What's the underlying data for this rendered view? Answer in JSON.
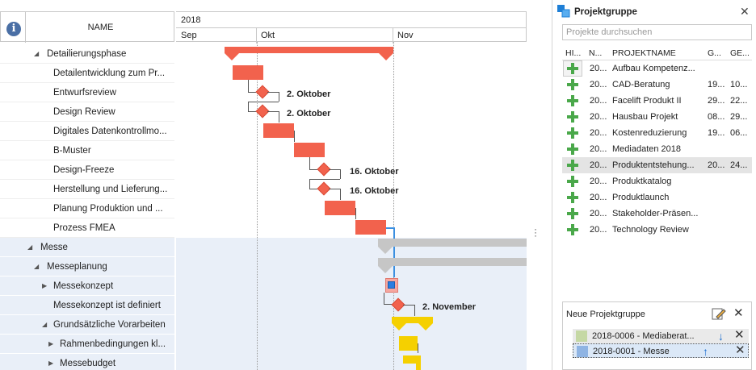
{
  "gantt": {
    "info_icon": "info-icon",
    "name_header": "NAME",
    "year": "2018",
    "months": [
      "Sep",
      "Okt",
      "Nov"
    ],
    "rows": [
      {
        "label": "Detailierungsphase",
        "level": 1,
        "expander": "expanded"
      },
      {
        "label": "Detailentwicklung zum Pr...",
        "level": 2,
        "expander": "none"
      },
      {
        "label": "Entwurfsreview",
        "level": 2,
        "expander": "none"
      },
      {
        "label": "Design Review",
        "level": 2,
        "expander": "none"
      },
      {
        "label": "Digitales Datenkontrollmo...",
        "level": 2,
        "expander": "none"
      },
      {
        "label": "B-Muster",
        "level": 2,
        "expander": "none"
      },
      {
        "label": "Design-Freeze",
        "level": 2,
        "expander": "none"
      },
      {
        "label": "Herstellung und Lieferung...",
        "level": 2,
        "expander": "none"
      },
      {
        "label": "Planung Produktion und ...",
        "level": 2,
        "expander": "none"
      },
      {
        "label": "Prozess FMEA",
        "level": 2,
        "expander": "none"
      },
      {
        "label": "Messe",
        "level": 0,
        "expander": "expanded"
      },
      {
        "label": "Messeplanung",
        "level": 1,
        "expander": "expanded"
      },
      {
        "label": "Messekonzept",
        "level": 2,
        "expander": "collapsed"
      },
      {
        "label": "Messekonzept ist definiert",
        "level": 2,
        "expander": "none"
      },
      {
        "label": "Grundsätzliche Vorarbeiten",
        "level": 2,
        "expander": "expanded"
      },
      {
        "label": "Rahmenbedingungen kl...",
        "level": 3,
        "expander": "collapsed"
      },
      {
        "label": "Messebudget",
        "level": 3,
        "expander": "collapsed"
      }
    ],
    "milestones": [
      {
        "label": "2. Oktober"
      },
      {
        "label": "2. Oktober"
      },
      {
        "label": "16. Oktober"
      },
      {
        "label": "16. Oktober"
      },
      {
        "label": "2. November"
      }
    ],
    "colors": {
      "task": "#f2624d",
      "summary_gray": "#c6c6c6",
      "yellow": "#f5d000",
      "highlight": "#e9eff8"
    }
  },
  "panel": {
    "title": "Projektgruppe",
    "search_placeholder": "Projekte durchsuchen",
    "columns": [
      "HI...",
      "N...",
      "PROJEKTNAME",
      "G...",
      "GE..."
    ],
    "projects": [
      {
        "n": "20...",
        "name": "Aufbau Kompetenz...",
        "g": "",
        "ge": ""
      },
      {
        "n": "20...",
        "name": "CAD-Beratung",
        "g": "19...",
        "ge": "10..."
      },
      {
        "n": "20...",
        "name": "Facelift Produkt II",
        "g": "29...",
        "ge": "22..."
      },
      {
        "n": "20...",
        "name": "Hausbau Projekt",
        "g": "08...",
        "ge": "29..."
      },
      {
        "n": "20...",
        "name": "Kostenreduzierung",
        "g": "19...",
        "ge": "06..."
      },
      {
        "n": "20...",
        "name": "Mediadaten 2018",
        "g": "",
        "ge": ""
      },
      {
        "n": "20...",
        "name": "Produktentstehung...",
        "g": "20...",
        "ge": "24..."
      },
      {
        "n": "20...",
        "name": "Produktkatalog",
        "g": "",
        "ge": ""
      },
      {
        "n": "20...",
        "name": "Produktlaunch",
        "g": "",
        "ge": ""
      },
      {
        "n": "20...",
        "name": "Stakeholder-Präsen...",
        "g": "",
        "ge": ""
      },
      {
        "n": "20...",
        "name": "Technology Review",
        "g": "",
        "ge": ""
      }
    ],
    "new_group": {
      "title": "Neue Projektgruppe",
      "items": [
        {
          "label": "2018-0006 - Mediaberat...",
          "color": "#c5d8a4"
        },
        {
          "label": "2018-0001 - Messe",
          "color": "#8fb4e3"
        }
      ]
    }
  }
}
